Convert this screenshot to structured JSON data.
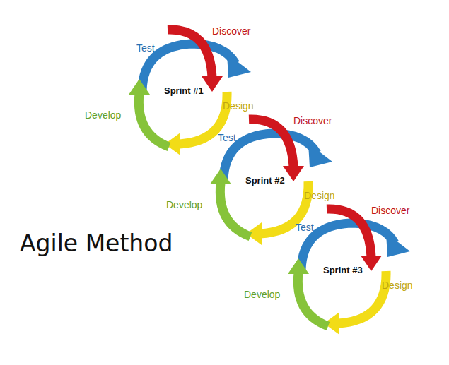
{
  "diagram": {
    "title": "Agile Method",
    "nodes": [
      {
        "text": [
          "Sprint #1"
        ]
      },
      {
        "text": [
          "Sprint #2"
        ]
      },
      {
        "text": [
          "Sprint #3"
        ]
      }
    ],
    "labels": [
      "Discover",
      "Test",
      "Design",
      "Develop",
      "Discover",
      "Test",
      "Design",
      "Develop",
      "Discover",
      "Test",
      "Design",
      "Develop"
    ]
  }
}
